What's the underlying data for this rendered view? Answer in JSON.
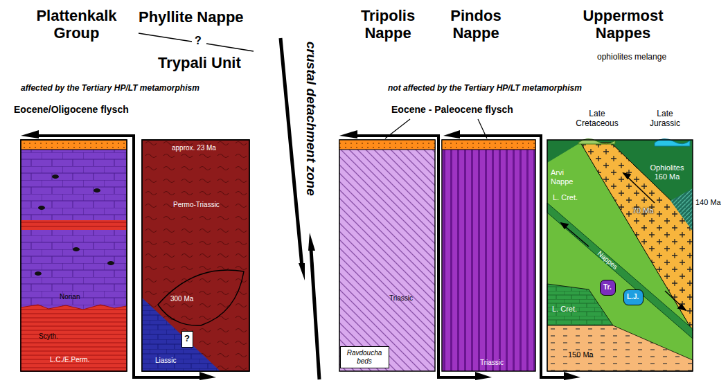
{
  "diagram": {
    "nodes": [
      {
        "text": [
          "Norian",
          "Scyth.",
          "L.C./E.Perm."
        ]
      },
      {
        "text": [
          "approx. 23 Ma",
          "Permo-Triassic",
          "Liassic"
        ]
      },
      {
        "text": [
          "300 Ma"
        ],
        "in": 1
      },
      {
        "text": [
          "?"
        ],
        "in": 1
      },
      {
        "text": [
          "Triassic"
        ]
      },
      {
        "text": [
          "Ravdoucha beds"
        ],
        "in": 4
      },
      {
        "text": [
          "Triassic"
        ]
      },
      {
        "text": [
          "Ophiolites 160 Ma",
          "Arvi Nappe",
          "L. Cret.",
          "70 Ma",
          "Nappes",
          "L. Cret.",
          "150 Ma"
        ]
      },
      {
        "text": [
          "Tr."
        ],
        "in": 7
      },
      {
        "text": [
          "L.J."
        ],
        "in": 7
      }
    ],
    "labels": [
      "Plattenkalk Group",
      "Phyllite Nappe",
      "?",
      "Trypali Unit",
      "crustal detachment zone",
      "Tripolis Nappe",
      "Pindos Nappe",
      "Uppermost Nappes",
      "ophiolites melange",
      "affected by the Tertiary HP/LT metamorphism",
      "not affected by the Tertiary HP/LT metamorphism",
      "Eocene/Oligocene flysch",
      "Eocene - Paleocene flysch",
      "Late Cretaceous",
      "Late Jurassic",
      "140 Ma"
    ]
  }
}
